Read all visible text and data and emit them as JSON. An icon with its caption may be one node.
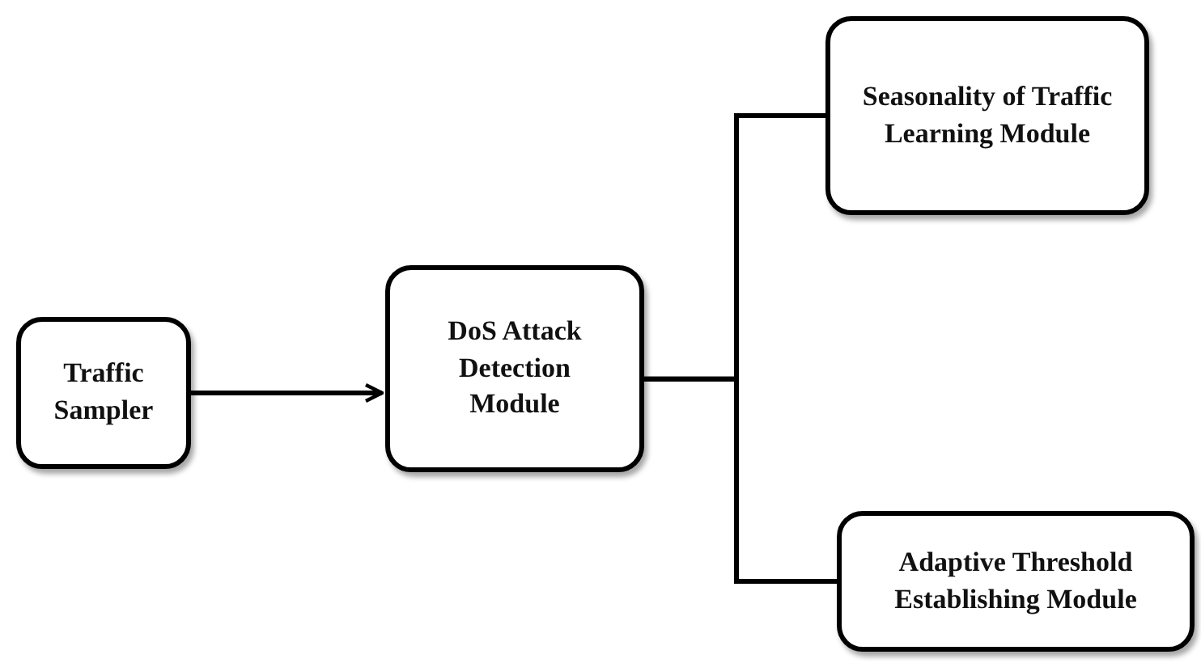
{
  "diagram": {
    "nodes": [
      {
        "text": [
          "Traffic Sampler"
        ]
      },
      {
        "text": [
          "DoS Attack Detection Module"
        ]
      },
      {
        "text": [
          "Seasonality of Traffic Learning Module"
        ]
      },
      {
        "text": [
          "Adaptive Threshold Establishing Module"
        ]
      }
    ],
    "edges": [
      {
        "from": 0,
        "to": 1,
        "arrow": "to"
      },
      {
        "from": 1,
        "to": 2,
        "arrow": "none"
      },
      {
        "from": 1,
        "to": 3,
        "arrow": "none"
      }
    ]
  }
}
